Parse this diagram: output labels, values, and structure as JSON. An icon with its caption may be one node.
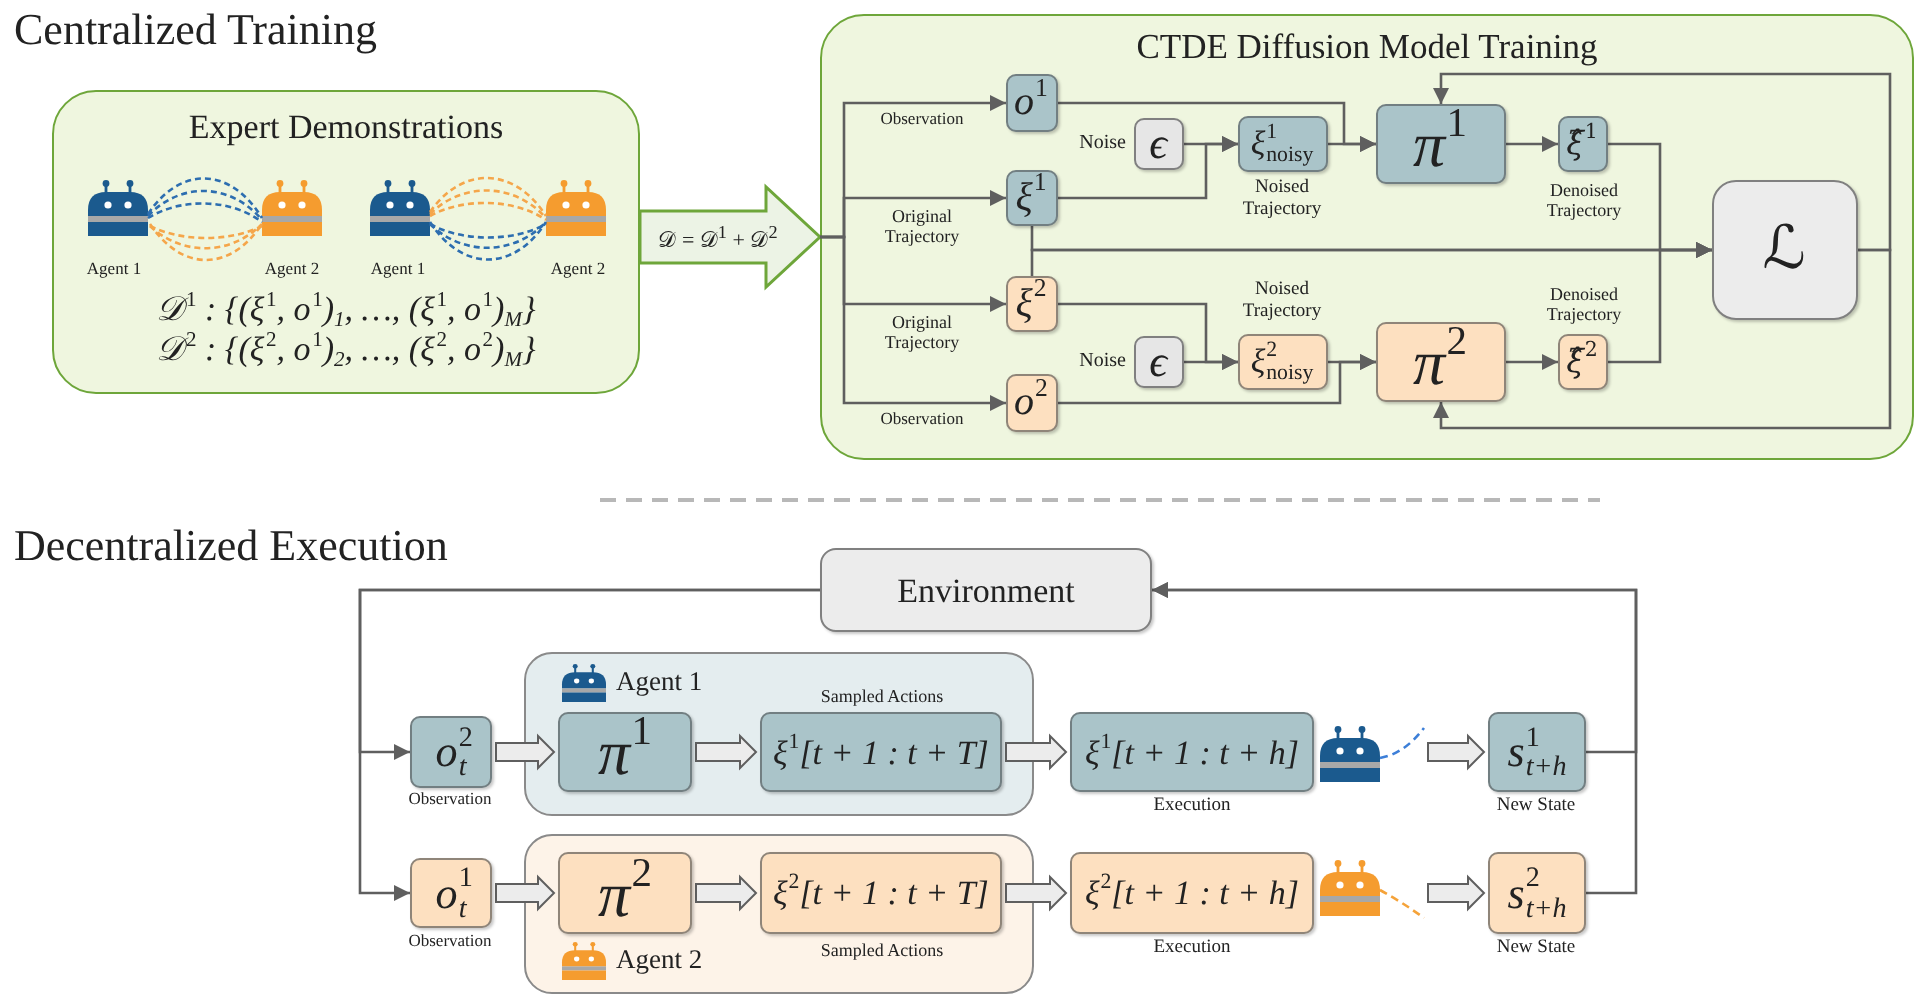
{
  "diagram": {
    "nodes": [
      {
        "text": [
          "Expert Demonstrations",
          "𝒟$^{1}$ : {(ξ$^{1}$, o$^{1}$)$_{1}$, …, (ξ$^{1}$, o$^{1}$)$_{M}$}",
          "𝒟$^{2}$ : {(ξ$^{2}$, o$^{1}$)$_{2}$, …, (ξ$^{2}$, o$^{2}$)$_{M}$}"
        ]
      },
      {
        "text": [
          "CTDE Diffusion Model Training"
        ]
      },
      {
        "text": [
          "o$^{1}$"
        ],
        "in": 1
      },
      {
        "text": [
          "ξ$^{1}$"
        ],
        "in": 1
      },
      {
        "text": [
          "ξ$^{2}$"
        ],
        "in": 1
      },
      {
        "text": [
          "o$^{2}$"
        ],
        "in": 1
      },
      {
        "text": [
          "ϵ"
        ],
        "in": 1,
        "beside": [
          "Noise"
        ]
      },
      {
        "text": [
          "ξ$^{1}$$_{noisy}$"
        ],
        "in": 1,
        "beside": [
          "Noised Trajectory"
        ]
      },
      {
        "text": [
          "ϵ"
        ],
        "in": 1,
        "beside": [
          "Noise"
        ]
      },
      {
        "text": [
          "ξ$^{2}$$_{noisy}$"
        ],
        "in": 1,
        "beside": [
          "Noised Trajectory"
        ]
      },
      {
        "text": [
          "π$^{1}$"
        ],
        "in": 1
      },
      {
        "text": [
          "π$^{2}$"
        ],
        "in": 1
      },
      {
        "text": [
          "ξ̂$^{1}$"
        ],
        "in": 1,
        "beside": [
          "Denoised Trajectory"
        ]
      },
      {
        "text": [
          "ξ̂$^{2}$"
        ],
        "in": 1,
        "beside": [
          "Denoised Trajectory"
        ]
      },
      {
        "text": [
          "ℒ"
        ],
        "in": 1
      },
      {
        "text": [
          "Environment"
        ]
      },
      {
        "text": [
          "o$^{2}$$_{t}$"
        ],
        "beside": [
          "Observation"
        ]
      },
      {
        "text": [
          "Agent 1"
        ]
      },
      {
        "text": [
          "π$^{1}$"
        ],
        "in": 17
      },
      {
        "text": [
          "ξ$^{1}$[t + 1 : t + T]"
        ],
        "in": 17,
        "beside": [
          "Sampled Actions"
        ]
      },
      {
        "text": [
          "ξ$^{1}$[t + 1 : t + h]"
        ],
        "beside": [
          "Execution"
        ]
      },
      {
        "text": [
          "s$^{1}$$_{t+h}$"
        ],
        "beside": [
          "New State"
        ]
      },
      {
        "text": [
          "o$^{1}$$_{t}$"
        ],
        "beside": [
          "Observation"
        ]
      },
      {
        "text": [
          "Agent 2"
        ]
      },
      {
        "text": [
          "π$^{2}$"
        ],
        "in": 23
      },
      {
        "text": [
          "ξ$^{2}$[t + 1 : t + T]"
        ],
        "in": 23,
        "beside": [
          "Sampled Actions"
        ]
      },
      {
        "text": [
          "ξ$^{2}$[t + 1 : t + h]"
        ],
        "beside": [
          "Execution"
        ]
      },
      {
        "text": [
          "s$^{2}$$_{t+h}$"
        ],
        "beside": [
          "New State"
        ]
      }
    ],
    "edges": [
      {
        "from": 0,
        "to": 1,
        "arrow": "to",
        "label": "𝒟 = 𝒟$^{1}$ + 𝒟$^{2}$",
        "style": "thick",
        "color": "#6ea63a"
      },
      {
        "from": null,
        "to": 2,
        "arrow": "to",
        "label": "Observation"
      },
      {
        "from": null,
        "to": 3,
        "arrow": "to",
        "label": "Original Trajectory"
      },
      {
        "from": null,
        "to": 4,
        "arrow": "to",
        "label": "Original Trajectory"
      },
      {
        "from": null,
        "to": 5,
        "arrow": "to",
        "label": "Observation"
      },
      {
        "from": 6,
        "to": 7,
        "arrow": "to"
      },
      {
        "from": 3,
        "to": 7,
        "arrow": "to"
      },
      {
        "from": 8,
        "to": 9,
        "arrow": "to"
      },
      {
        "from": 4,
        "to": 9,
        "arrow": "to"
      },
      {
        "from": 2,
        "to": 10,
        "arrow": "to"
      },
      {
        "from": 7,
        "to": 10,
        "arrow": "to"
      },
      {
        "from": 5,
        "to": 11,
        "arrow": "to"
      },
      {
        "from": 9,
        "to": 11,
        "arrow": "to"
      },
      {
        "from": 10,
        "to": 12,
        "arrow": "to"
      },
      {
        "from": 11,
        "to": 13,
        "arrow": "to"
      },
      {
        "from": 12,
        "to": 14,
        "arrow": "to"
      },
      {
        "from": 13,
        "to": 14,
        "arrow": "to"
      },
      {
        "from": 3,
        "to": 14,
        "arrow": "to"
      },
      {
        "from": 4,
        "to": 14,
        "arrow": "to"
      },
      {
        "from": 14,
        "to": 10,
        "arrow": "to"
      },
      {
        "from": 14,
        "to": 11,
        "arrow": "to"
      },
      {
        "from": 15,
        "to": 16,
        "arrow": "to"
      },
      {
        "from": 15,
        "to": 22,
        "arrow": "to"
      },
      {
        "from": 16,
        "to": 18,
        "arrow": "to",
        "style": "thick"
      },
      {
        "from": 18,
        "to": 19,
        "arrow": "to",
        "style": "thick"
      },
      {
        "from": 19,
        "to": 20,
        "arrow": "to",
        "style": "thick"
      },
      {
        "from": null,
        "to": 21,
        "arrow": "to",
        "style": "thick"
      },
      {
        "from": 22,
        "to": 24,
        "arrow": "to",
        "style": "thick"
      },
      {
        "from": 24,
        "to": 25,
        "arrow": "to",
        "style": "thick"
      },
      {
        "from": 25,
        "to": 26,
        "arrow": "to",
        "style": "thick"
      },
      {
        "from": null,
        "to": 27,
        "arrow": "to",
        "style": "thick"
      },
      {
        "from": 21,
        "to": 15,
        "arrow": "to"
      },
      {
        "from": 27,
        "to": 15,
        "arrow": "to"
      }
    ],
    "labels": [
      "Centralized Training",
      "Agent 1",
      "Agent 2",
      "Agent 1",
      "Agent 2",
      "Decentralized Execution"
    ]
  }
}
